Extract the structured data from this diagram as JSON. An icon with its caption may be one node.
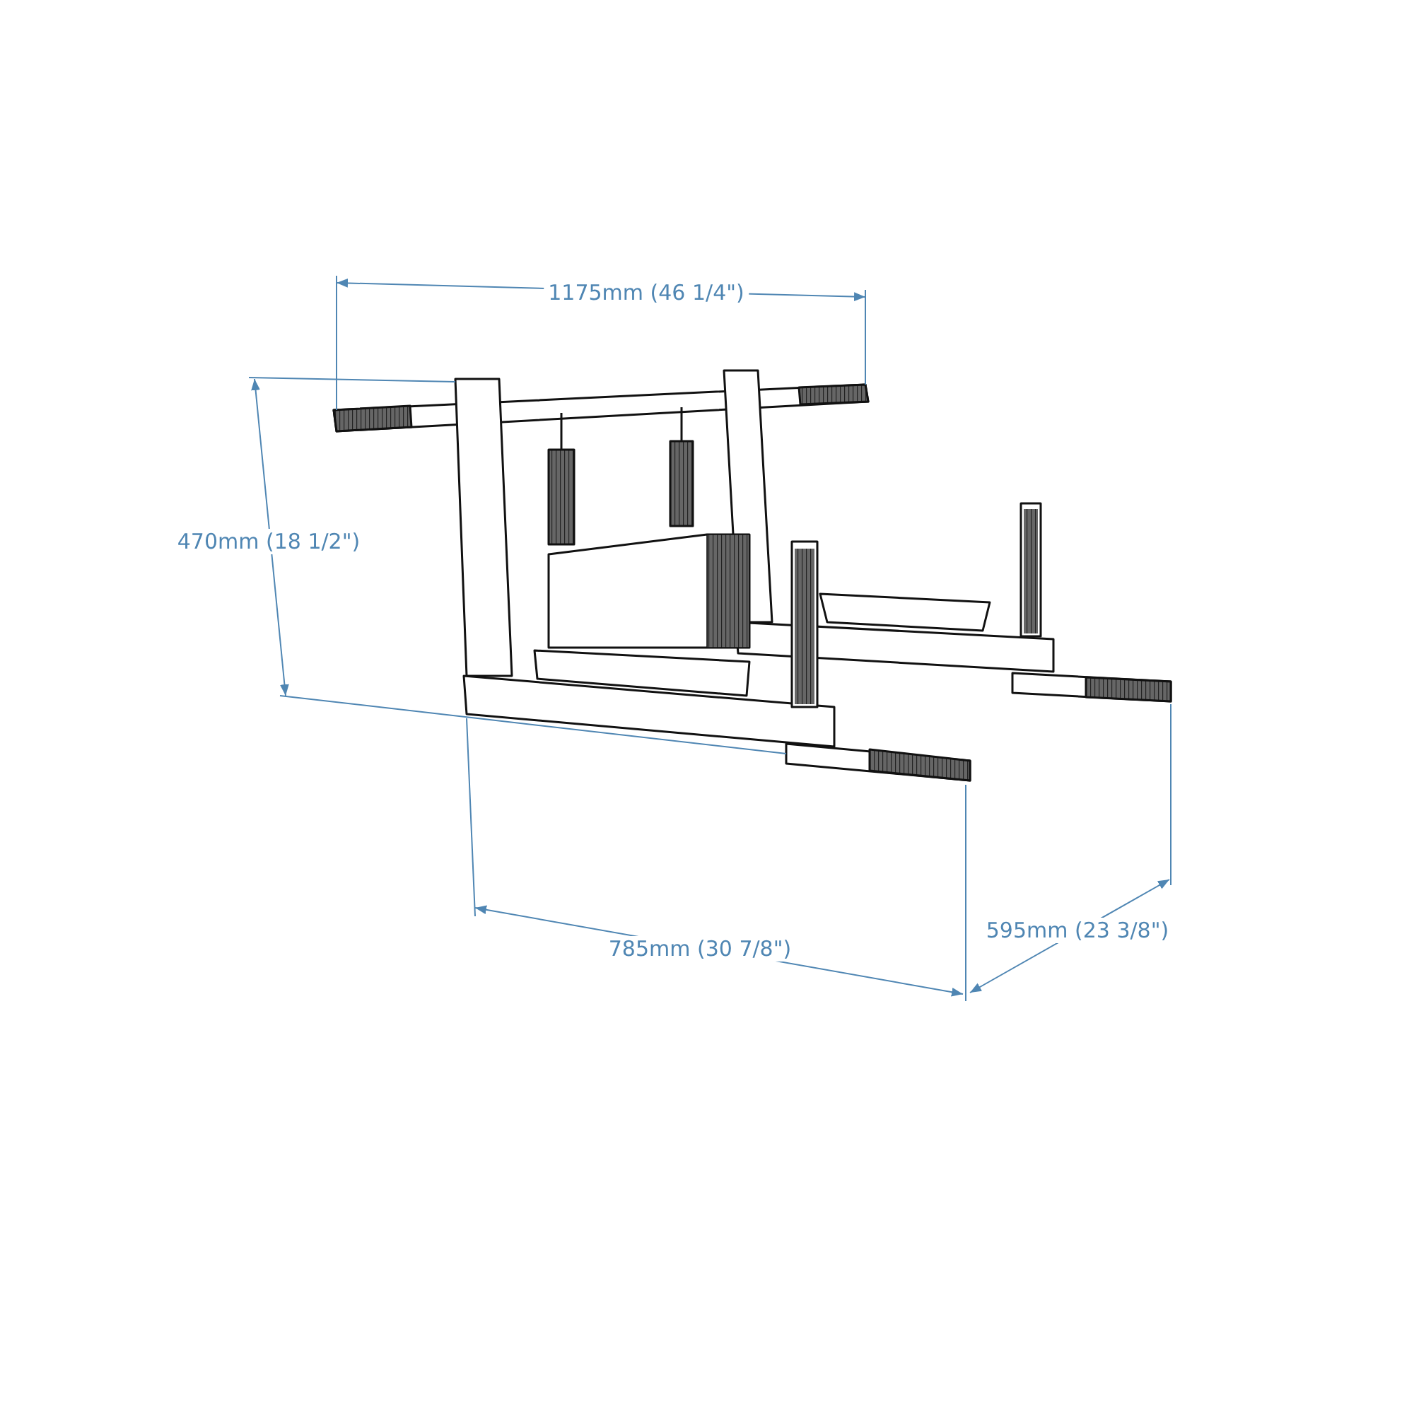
{
  "diagram": {
    "labels": [
      "1175mm (46 1/4\")",
      "470mm (18 1/2\")",
      "785mm (30 7/8\")",
      "595mm (23 3/8\")"
    ]
  }
}
